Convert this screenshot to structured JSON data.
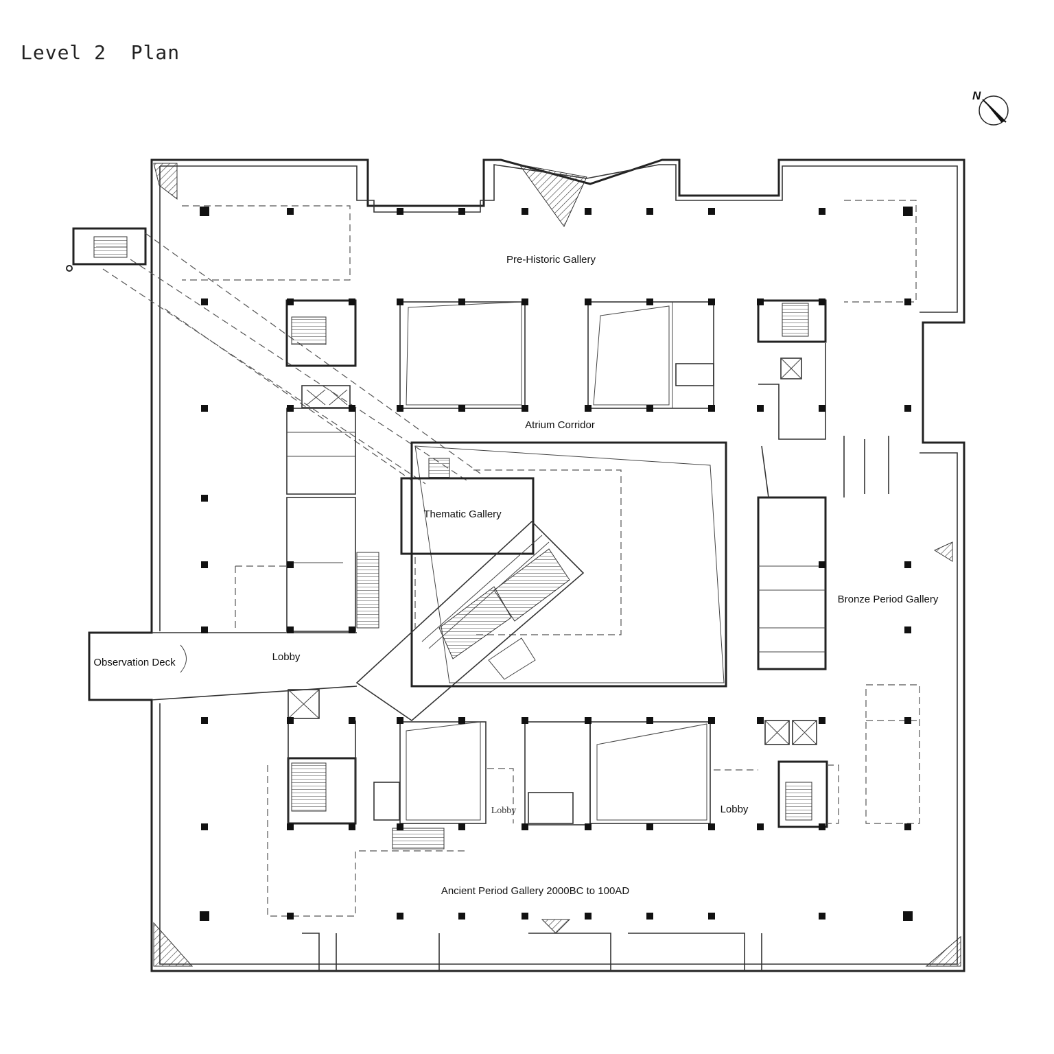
{
  "title": "Level 2  Plan",
  "north_label": "N",
  "rooms": {
    "pre_historic": "Pre-Historic Gallery",
    "atrium_corridor": "Atrium Corridor",
    "thematic": "Thematic Gallery",
    "bronze": "Bronze Period Gallery",
    "observation": "Observation Deck",
    "lobby_west": "Lobby",
    "lobby_south_mid": "Lobby",
    "lobby_south_east": "Lobby",
    "ancient": "Ancient Period Gallery 2000BC to 100AD"
  }
}
